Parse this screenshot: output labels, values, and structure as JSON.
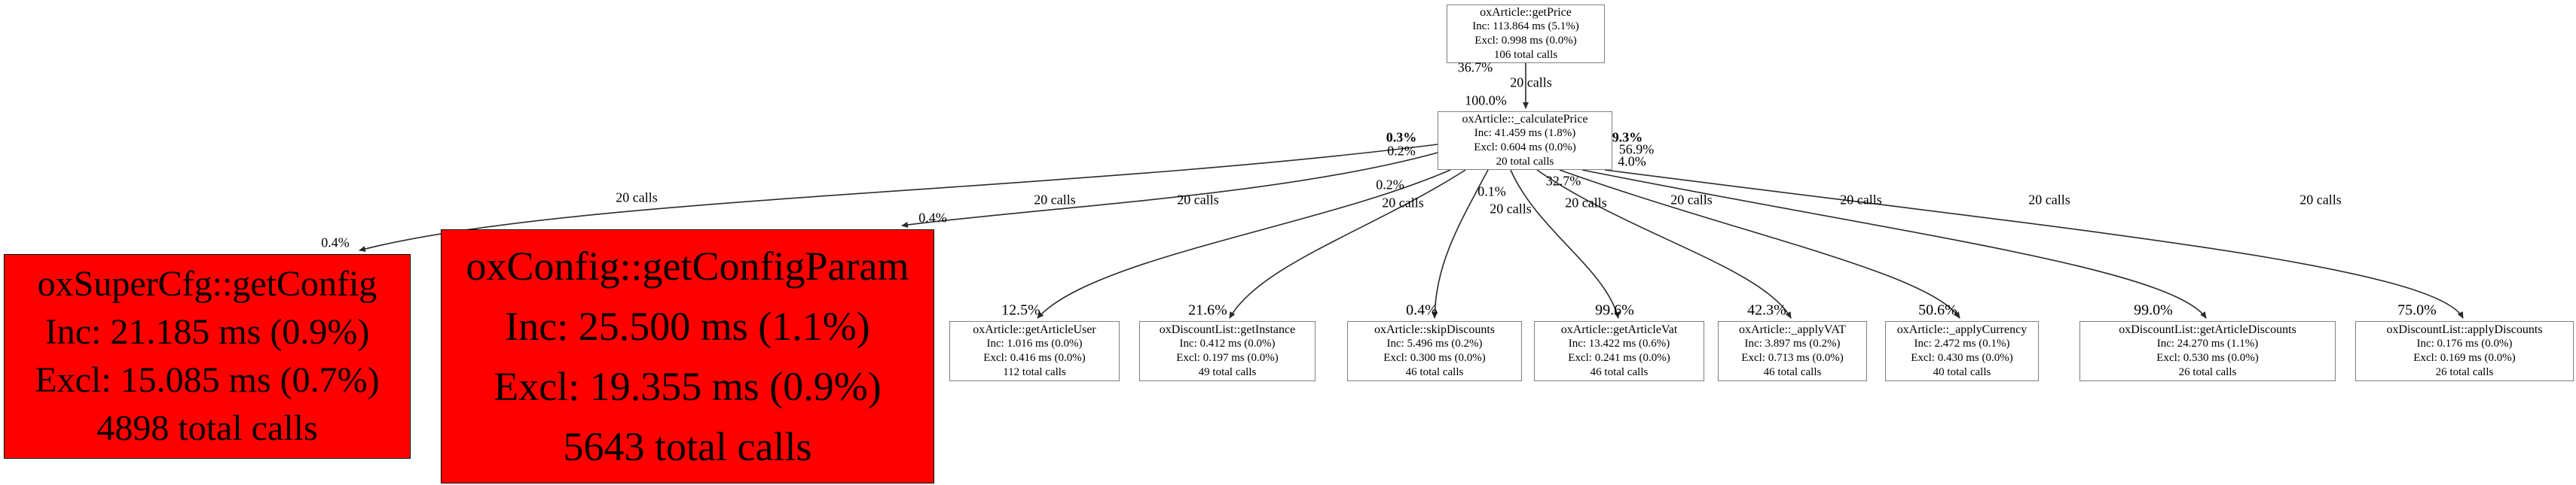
{
  "colors": {
    "hot_node": "#ff0000",
    "node_bg": "#ffffff",
    "node_border": "#7f7f7f",
    "edge": "#2b2b2b"
  },
  "nodes": {
    "getPrice": {
      "lines": [
        "oxArticle::getPrice",
        "Inc: 113.864 ms (5.1%)",
        "Excl: 0.998 ms (0.0%)",
        "106 total calls"
      ]
    },
    "calculatePrice": {
      "lines": [
        "oxArticle::_calculatePrice",
        "Inc: 41.459 ms (1.8%)",
        "Excl: 0.604 ms (0.0%)",
        "20 total calls"
      ]
    },
    "getConfig": {
      "lines": [
        "oxSuperCfg::getConfig",
        "Inc: 21.185 ms (0.9%)",
        "Excl: 15.085 ms (0.7%)",
        "4898 total calls"
      ]
    },
    "getConfigParam": {
      "lines": [
        "oxConfig::getConfigParam",
        "Inc: 25.500 ms (1.1%)",
        "Excl: 19.355 ms (0.9%)",
        "5643 total calls"
      ]
    },
    "getArticleUser": {
      "lines": [
        "oxArticle::getArticleUser",
        "Inc: 1.016 ms (0.0%)",
        "Excl: 0.416 ms (0.0%)",
        "112 total calls"
      ]
    },
    "getInstance": {
      "lines": [
        "oxDiscountList::getInstance",
        "Inc: 0.412 ms (0.0%)",
        "Excl: 0.197 ms (0.0%)",
        "49 total calls"
      ]
    },
    "skipDiscounts": {
      "lines": [
        "oxArticle::skipDiscounts",
        "Inc: 5.496 ms (0.2%)",
        "Excl: 0.300 ms (0.0%)",
        "46 total calls"
      ]
    },
    "getArticleVat": {
      "lines": [
        "oxArticle::getArticleVat",
        "Inc: 13.422 ms (0.6%)",
        "Excl: 0.241 ms (0.0%)",
        "46 total calls"
      ]
    },
    "applyVAT": {
      "lines": [
        "oxArticle::_applyVAT",
        "Inc: 3.897 ms (0.2%)",
        "Excl: 0.713 ms (0.0%)",
        "46 total calls"
      ]
    },
    "applyCurrency": {
      "lines": [
        "oxArticle::_applyCurrency",
        "Inc: 2.472 ms (0.1%)",
        "Excl: 0.430 ms (0.0%)",
        "40 total calls"
      ]
    },
    "getArticleDiscounts": {
      "lines": [
        "oxDiscountList::getArticleDiscounts",
        "Inc: 24.270 ms (1.1%)",
        "Excl: 0.530 ms (0.0%)",
        "26 total calls"
      ]
    },
    "applyDiscounts": {
      "lines": [
        "oxDiscountList::applyDiscounts",
        "Inc: 0.176 ms (0.0%)",
        "Excl: 0.169 ms (0.0%)",
        "26 total calls"
      ]
    }
  },
  "edge_labels": [
    {
      "text": "36.7%"
    },
    {
      "text": "20 calls"
    },
    {
      "text": "100.0%"
    },
    {
      "text": "0.3%"
    },
    {
      "text": "0.2%"
    },
    {
      "text": "9.3%"
    },
    {
      "text": "56.9%"
    },
    {
      "text": "4.0%"
    },
    {
      "text": "0.2%"
    },
    {
      "text": "32.7%"
    },
    {
      "text": "0.1%"
    },
    {
      "text": "20 calls"
    },
    {
      "text": "0.4%"
    },
    {
      "text": "20 calls"
    },
    {
      "text": "20 calls"
    },
    {
      "text": "20 calls"
    },
    {
      "text": "20 calls"
    },
    {
      "text": "20 calls"
    },
    {
      "text": "20 calls"
    },
    {
      "text": "20 calls"
    },
    {
      "text": "20 calls"
    },
    {
      "text": "20 calls"
    },
    {
      "text": "0.4%"
    },
    {
      "text": "12.5%"
    },
    {
      "text": "21.6%"
    },
    {
      "text": "0.4%"
    },
    {
      "text": "99.6%"
    },
    {
      "text": "42.3%"
    },
    {
      "text": "50.6%"
    },
    {
      "text": "99.0%"
    },
    {
      "text": "75.0%"
    }
  ]
}
